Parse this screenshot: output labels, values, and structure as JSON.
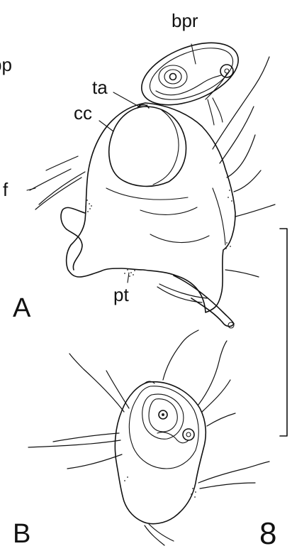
{
  "figure": {
    "number": "8",
    "panels": [
      {
        "id": "panel-a",
        "letter": "A"
      },
      {
        "id": "panel-b",
        "letter": "B"
      }
    ],
    "labels": {
      "bpr": "bpr",
      "ta": "ta",
      "cc": "cc",
      "f": "f",
      "pt": "pt",
      "bp_partial": "bp"
    }
  }
}
